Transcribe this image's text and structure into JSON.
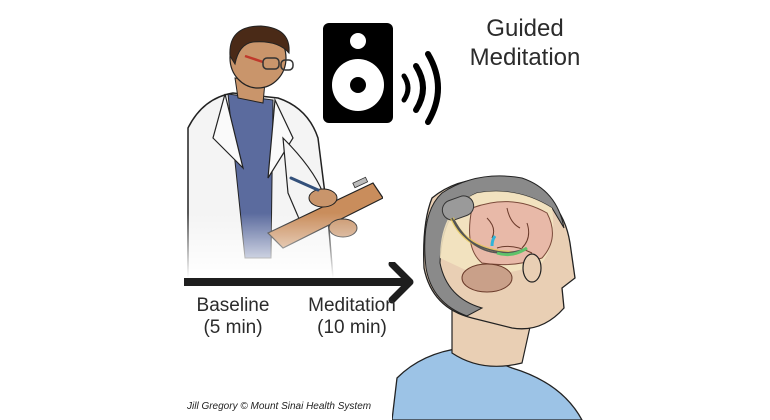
{
  "title": {
    "line1": "Guided",
    "line2": "Meditation"
  },
  "timeline": {
    "baseline": {
      "label": "Baseline",
      "duration": "(5 min)"
    },
    "meditation": {
      "label": "Meditation",
      "duration": "(10 min)"
    }
  },
  "credit": "Jill Gregory © Mount Sinai Health System",
  "icons": {
    "speaker": "speaker-icon",
    "sound_waves": "sound-waves-icon",
    "arrow": "timeline-arrow"
  },
  "colors": {
    "text": "#2b2b2b",
    "arrow": "#1e1e1e",
    "shirt_patient": "#9cc3e6",
    "shirt_researcher": "#5b6b9e",
    "skin": "#e9cfb4",
    "brain": "#e8b9a8",
    "clipboard": "#c98d5c"
  }
}
